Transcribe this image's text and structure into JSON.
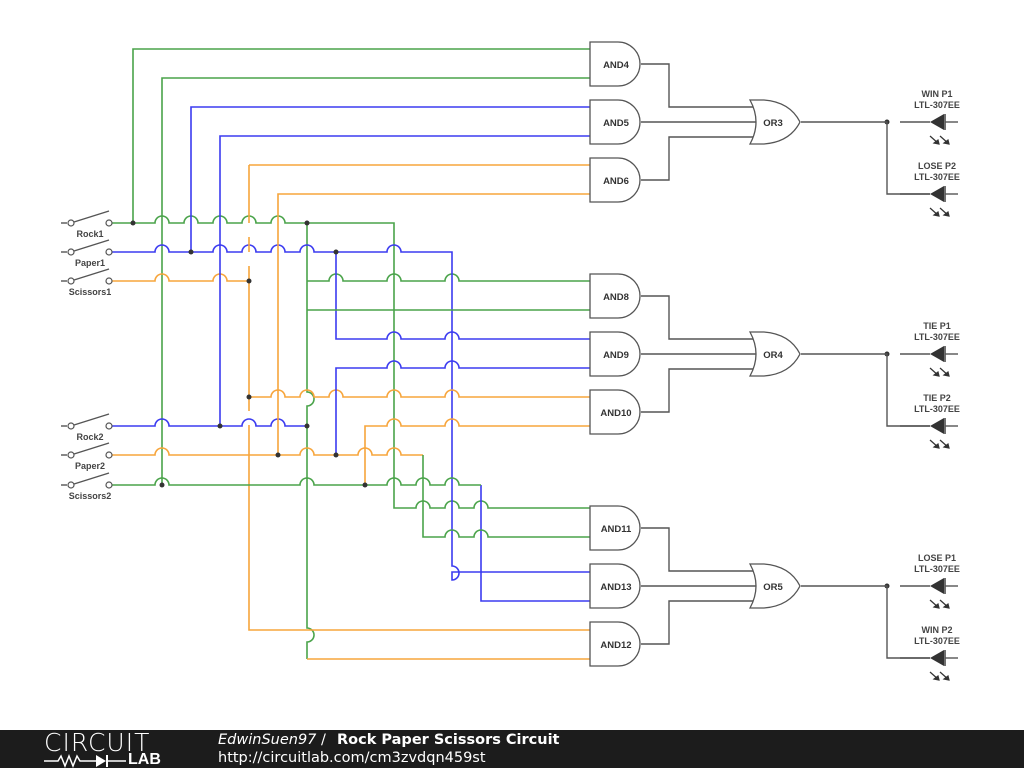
{
  "switches": [
    {
      "id": "rock1",
      "label": "Rock1"
    },
    {
      "id": "paper1",
      "label": "Paper1"
    },
    {
      "id": "scissors1",
      "label": "Scissors1"
    },
    {
      "id": "rock2",
      "label": "Rock2"
    },
    {
      "id": "paper2",
      "label": "Paper2"
    },
    {
      "id": "scissors2",
      "label": "Scissors2"
    }
  ],
  "and_gates": [
    "AND4",
    "AND5",
    "AND6",
    "AND8",
    "AND9",
    "AND10",
    "AND11",
    "AND13",
    "AND12"
  ],
  "or_gates": [
    "OR3",
    "OR4",
    "OR5"
  ],
  "leds": [
    {
      "name": "WIN P1",
      "part": "LTL-307EE"
    },
    {
      "name": "LOSE P2",
      "part": "LTL-307EE"
    },
    {
      "name": "TIE P1",
      "part": "LTL-307EE"
    },
    {
      "name": "TIE P2",
      "part": "LTL-307EE"
    },
    {
      "name": "LOSE P1",
      "part": "LTL-307EE"
    },
    {
      "name": "WIN P2",
      "part": "LTL-307EE"
    }
  ],
  "wire_colors": {
    "rock": "#4aa34a",
    "paper": "#3b3bf0",
    "scissors": "#f7a53b",
    "gate": "#555555"
  },
  "footer": {
    "logo_top": "CIRCUIT",
    "logo_bottom": "LAB",
    "author": "EdwinSuen97",
    "separator": " / ",
    "title": "Rock Paper Scissors Circuit",
    "url": "http://circuitlab.com/cm3zvdqn459st"
  }
}
